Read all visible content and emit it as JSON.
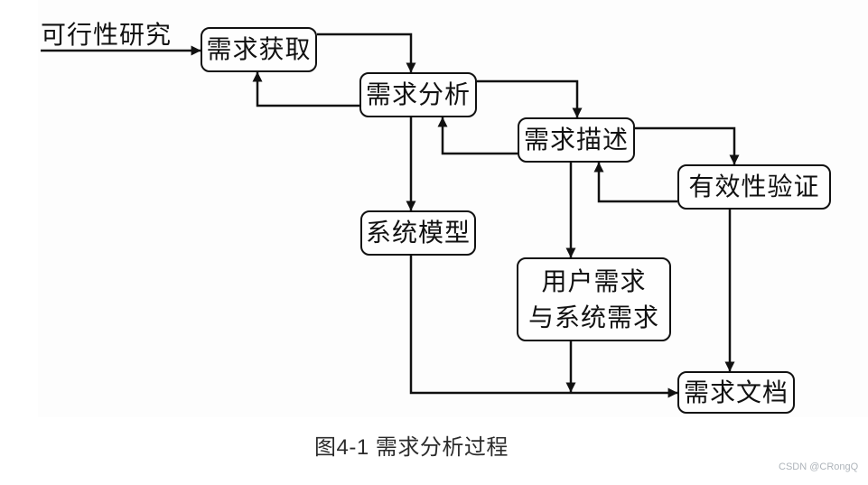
{
  "page": {
    "caption": "图4-1 需求分析过程",
    "watermark": "CSDN @CRongQ",
    "background_color": "#ffffff"
  },
  "diagram": {
    "line_color": "#111111",
    "box_border_color": "#111111",
    "start_label": "可行性研究",
    "nodes": [
      {
        "id": "requirements-elicitation",
        "label": "需求获取"
      },
      {
        "id": "requirements-analysis",
        "label": "需求分析"
      },
      {
        "id": "requirements-description",
        "label": "需求描述"
      },
      {
        "id": "validity-verification",
        "label": "有效性验证"
      },
      {
        "id": "system-model",
        "label": "系统模型"
      },
      {
        "id": "user-system-requirements",
        "label": "用户需求",
        "label2": "与系统需求"
      },
      {
        "id": "requirements-document",
        "label": "需求文档"
      }
    ],
    "edges": [
      {
        "from": "可行性研究",
        "to": "需求获取",
        "type": "forward"
      },
      {
        "from": "需求获取",
        "to": "需求分析",
        "type": "forward"
      },
      {
        "from": "需求分析",
        "to": "需求获取",
        "type": "feedback"
      },
      {
        "from": "需求分析",
        "to": "需求描述",
        "type": "forward"
      },
      {
        "from": "需求描述",
        "to": "需求分析",
        "type": "feedback"
      },
      {
        "from": "需求分析",
        "to": "系统模型",
        "type": "forward"
      },
      {
        "from": "需求描述",
        "to": "有效性验证",
        "type": "forward"
      },
      {
        "from": "有效性验证",
        "to": "需求描述",
        "type": "feedback"
      },
      {
        "from": "需求描述",
        "to": "用户需求与系统需求",
        "type": "forward"
      },
      {
        "from": "系统模型",
        "to": "需求文档",
        "type": "forward"
      },
      {
        "from": "用户需求与系统需求",
        "to": "需求文档",
        "type": "forward"
      },
      {
        "from": "有效性验证",
        "to": "需求文档",
        "type": "forward"
      }
    ]
  }
}
